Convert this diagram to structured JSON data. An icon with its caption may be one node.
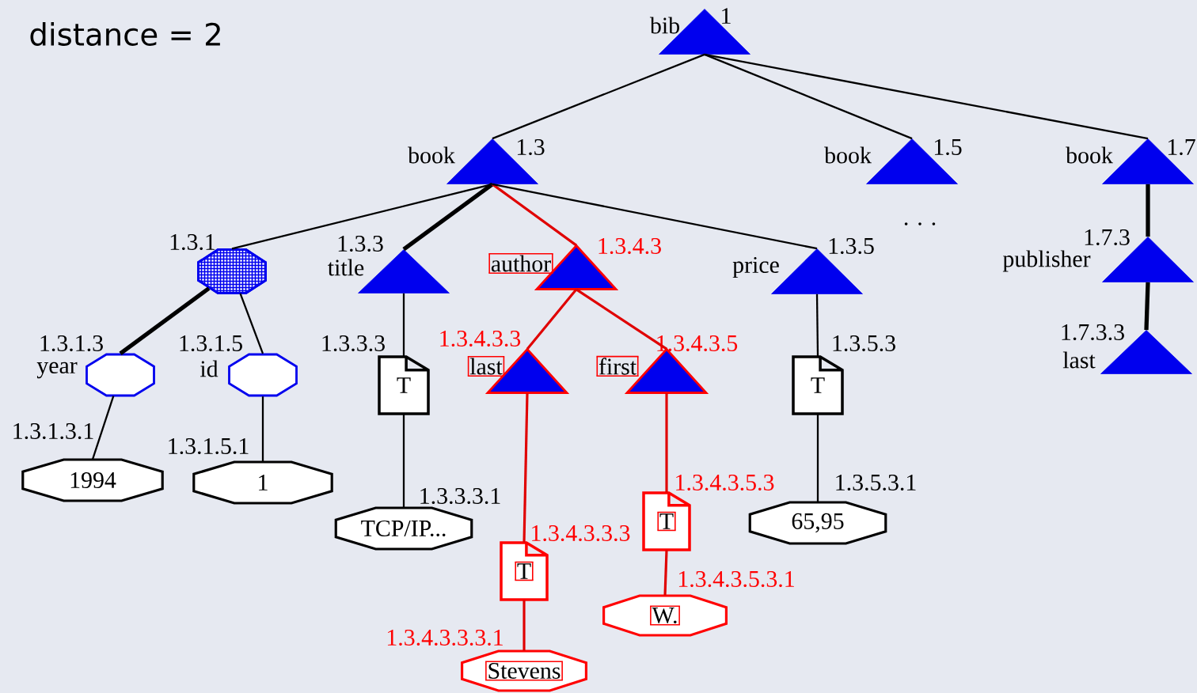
{
  "diagram": {
    "title": "distance = 2",
    "nodes": [
      {
        "text": [
          "bib"
        ],
        "beside": [
          "1"
        ]
      },
      {
        "text": [
          "book"
        ],
        "beside": [
          "1.3"
        ]
      },
      {
        "text": [
          "book"
        ],
        "beside": [
          "1.5"
        ]
      },
      {
        "text": [
          "book"
        ],
        "beside": [
          "1.7"
        ]
      },
      {
        "text": [],
        "shape": "octagon",
        "beside": [
          "1.3.1"
        ]
      },
      {
        "text": [
          "title"
        ],
        "beside": [
          "1.3.3"
        ]
      },
      {
        "text": [
          "author"
        ],
        "beside": [
          "1.3.4.3"
        ]
      },
      {
        "text": [
          "price"
        ],
        "beside": [
          "1.3.5"
        ]
      },
      {
        "text": [
          "publisher"
        ],
        "beside": [
          "1.7.3"
        ]
      },
      {
        "text": [
          "year"
        ],
        "beside": [
          "1.3.1.3"
        ]
      },
      {
        "text": [
          "id"
        ],
        "beside": [
          "1.3.1.5"
        ]
      },
      {
        "text": [
          "T"
        ],
        "beside": [
          "1.3.3.3"
        ]
      },
      {
        "text": [
          "last"
        ],
        "beside": [
          "1.3.4.3.3"
        ]
      },
      {
        "text": [
          "first"
        ],
        "beside": [
          "1.3.4.3.5"
        ]
      },
      {
        "text": [
          "T"
        ],
        "beside": [
          "1.3.5.3"
        ]
      },
      {
        "text": [
          "last"
        ],
        "beside": [
          "1.7.3.3"
        ]
      },
      {
        "text": [
          "1994"
        ],
        "beside": [
          "1.3.1.3.1"
        ]
      },
      {
        "text": [
          "1"
        ],
        "beside": [
          "1.3.1.5.1"
        ]
      },
      {
        "text": [
          "TCP/IP..."
        ],
        "beside": [
          "1.3.3.3.1"
        ]
      },
      {
        "text": [
          "T"
        ],
        "beside": [
          "1.3.4.3.3.3"
        ]
      },
      {
        "text": [
          "T"
        ],
        "beside": [
          "1.3.4.3.5.3"
        ]
      },
      {
        "text": [
          "65,95"
        ],
        "beside": [
          "1.3.5.3.1"
        ]
      },
      {
        "text": [
          "W."
        ],
        "beside": [
          "1.3.4.3.5.3.1"
        ]
      },
      {
        "text": [
          "Stevens"
        ],
        "beside": [
          "1.3.4.3.3.3.1"
        ]
      }
    ],
    "edges": [
      {
        "from": 0,
        "to": 1,
        "arrow": "none"
      },
      {
        "from": 0,
        "to": 2,
        "arrow": "none"
      },
      {
        "from": 0,
        "to": 3,
        "arrow": "none"
      },
      {
        "from": 1,
        "to": 4,
        "arrow": "none"
      },
      {
        "from": 1,
        "to": 5,
        "arrow": "none",
        "style": "thick"
      },
      {
        "from": 1,
        "to": 6,
        "arrow": "none",
        "color": "#e00000"
      },
      {
        "from": 1,
        "to": 7,
        "arrow": "none"
      },
      {
        "from": 3,
        "to": 8,
        "arrow": "none",
        "style": "thick"
      },
      {
        "from": 4,
        "to": 9,
        "arrow": "none",
        "style": "thick"
      },
      {
        "from": 4,
        "to": 10,
        "arrow": "none"
      },
      {
        "from": 5,
        "to": 11,
        "arrow": "none"
      },
      {
        "from": 6,
        "to": 12,
        "arrow": "none",
        "color": "#e00000"
      },
      {
        "from": 6,
        "to": 13,
        "arrow": "none",
        "color": "#e00000"
      },
      {
        "from": 7,
        "to": 14,
        "arrow": "none"
      },
      {
        "from": 8,
        "to": 15,
        "arrow": "none",
        "style": "thick"
      },
      {
        "from": 9,
        "to": 16,
        "arrow": "none"
      },
      {
        "from": 10,
        "to": 17,
        "arrow": "none"
      },
      {
        "from": 11,
        "to": 18,
        "arrow": "none"
      },
      {
        "from": 12,
        "to": 19,
        "arrow": "none",
        "color": "#e00000"
      },
      {
        "from": 13,
        "to": 20,
        "arrow": "none",
        "color": "#e00000"
      },
      {
        "from": 14,
        "to": 21,
        "arrow": "none"
      },
      {
        "from": 19,
        "to": 23,
        "arrow": "none",
        "color": "#e00000"
      },
      {
        "from": 20,
        "to": 22,
        "arrow": "none",
        "color": "#e00000"
      }
    ],
    "labels": [
      ". . ."
    ]
  }
}
